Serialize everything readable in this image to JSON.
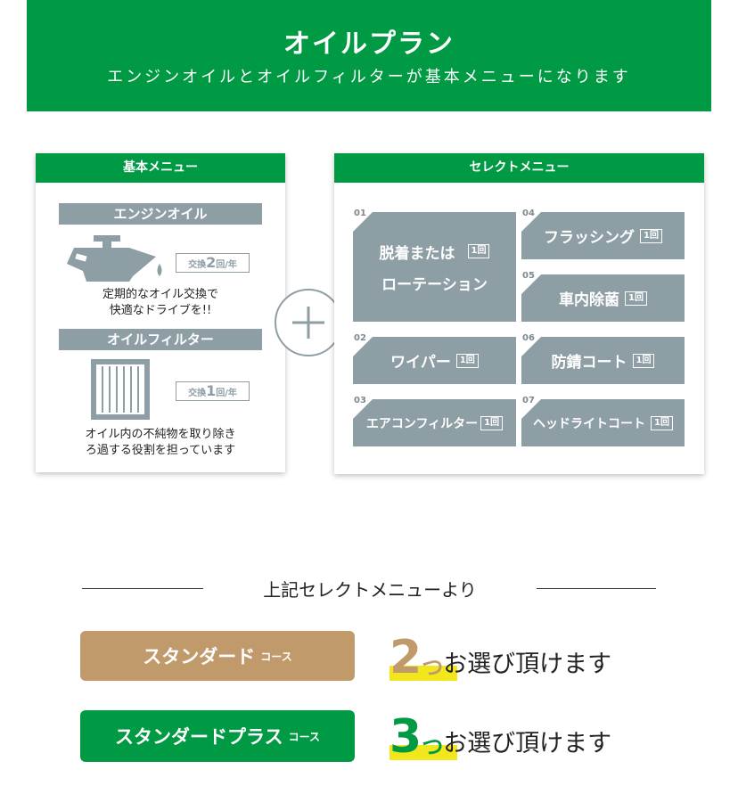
{
  "header": {
    "title": "オイルプラン",
    "subtitle": "エンジンオイルとオイルフィルターが基本メニューになります"
  },
  "basic_menu": {
    "title": "基本メニュー",
    "engine_oil": {
      "label": "エンジンオイル",
      "badge_prefix": "交換",
      "badge_count": "2",
      "badge_suffix": "回/年",
      "desc_line1": "定期的なオイル交換で",
      "desc_line2": "快適なドライブを!!"
    },
    "oil_filter": {
      "label": "オイルフィルター",
      "badge_prefix": "交換",
      "badge_count": "1",
      "badge_suffix": "回/年",
      "desc_line1": "オイル内の不純物を取り除き",
      "desc_line2": "ろ過する役割を担っています"
    }
  },
  "select_menu": {
    "title": "セレクトメニュー",
    "items": [
      {
        "num": "01",
        "line1": "脱着または",
        "line2": "ローテーション",
        "count": "1回"
      },
      {
        "num": "02",
        "label": "ワイパー",
        "count": "1回"
      },
      {
        "num": "03",
        "label": "エアコンフィルター",
        "count": "1回"
      },
      {
        "num": "04",
        "label": "フラッシング",
        "count": "1回"
      },
      {
        "num": "05",
        "label": "車内除菌",
        "count": "1回"
      },
      {
        "num": "06",
        "label": "防錆コート",
        "count": "1回"
      },
      {
        "num": "07",
        "label": "ヘッドライトコート",
        "count": "1回"
      }
    ]
  },
  "footer": {
    "heading": "上記セレクトメニューより",
    "courses": [
      {
        "name": "スタンダード",
        "suffix": "コース",
        "number": "2",
        "counter": "つ",
        "text": "お選び頂けます",
        "color": "#c19a6b"
      },
      {
        "name": "スタンダードプラス",
        "suffix": "コース",
        "number": "3",
        "counter": "つ",
        "text": "お選び頂けます",
        "color": "#009a44"
      }
    ]
  },
  "colors": {
    "green": "#009a44",
    "gray": "#8e9ea5",
    "tan": "#c19a6b",
    "highlight": "#f2e61c"
  }
}
